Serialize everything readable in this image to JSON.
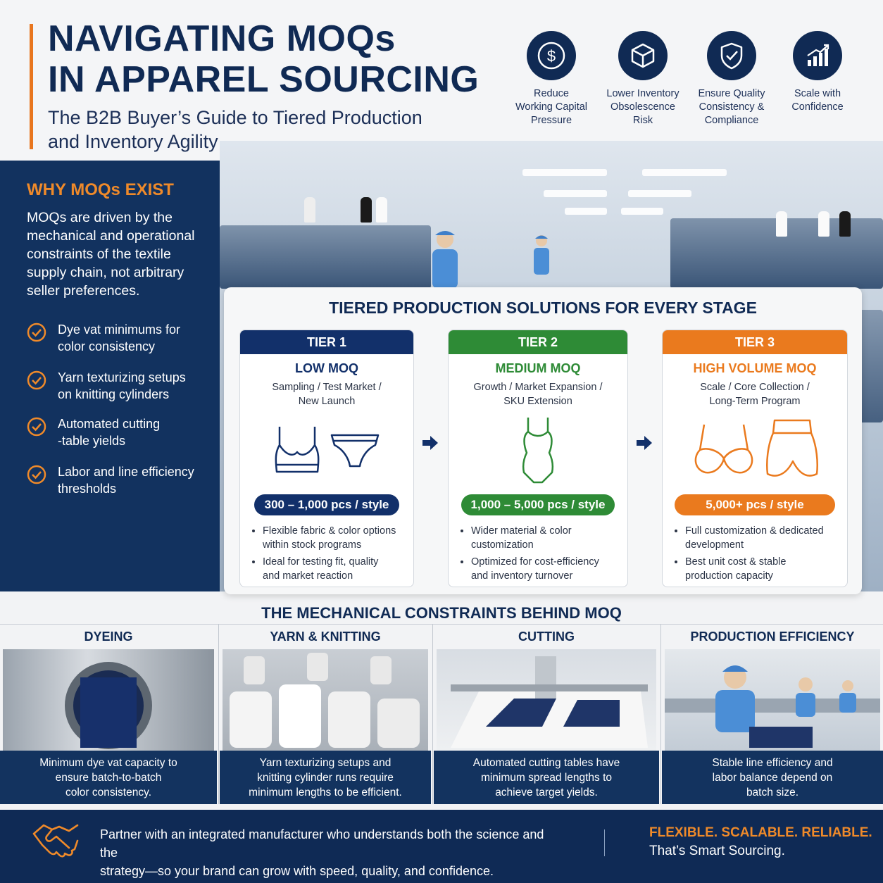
{
  "header": {
    "title_line1": "NAVIGATING MOQs",
    "title_line2": "IN APPAREL SOURCING",
    "subtitle_line1": "The B2B Buyer’s Guide to Tiered Production",
    "subtitle_line2": "and Inventory Agility"
  },
  "benefits": [
    {
      "icon": "dollar-icon",
      "line1": "Reduce",
      "line2": "Working Capital",
      "line3": "Pressure"
    },
    {
      "icon": "box-icon",
      "line1": "Lower Inventory",
      "line2": "Obsolescence",
      "line3": "Risk"
    },
    {
      "icon": "shield-check-icon",
      "line1": "Ensure Quality",
      "line2": "Consistency &",
      "line3": "Compliance"
    },
    {
      "icon": "growth-chart-icon",
      "line1": "Scale with",
      "line2": "Confidence",
      "line3": ""
    }
  ],
  "why": {
    "title": "WHY MOQs EXIST",
    "body": "MOQs are driven by the mechanical and operational constraints of the textile supply chain, not arbitrary seller preferences.",
    "items": [
      {
        "line1": "Dye vat minimums for",
        "line2": "color consistency"
      },
      {
        "line1": "Yarn texturizing setups",
        "line2": "on knitting cylinders"
      },
      {
        "line1": "Automated cutting",
        "line2": "-table yields"
      },
      {
        "line1": "Labor and line efficiency",
        "line2": "thresholds"
      }
    ]
  },
  "tiers": {
    "title": "TIERED PRODUCTION SOLUTIONS FOR EVERY STAGE",
    "items": [
      {
        "label": "TIER 1",
        "name": "LOW MOQ",
        "desc1": "Sampling / Test Market /",
        "desc2": "New Launch",
        "pill": "300 – 1,000 pcs / style",
        "bullets": [
          [
            "Flexible fabric & color options",
            "within stock programs"
          ],
          [
            "Ideal for testing fit, quality",
            "and market reaction"
          ]
        ]
      },
      {
        "label": "TIER 2",
        "name": "MEDIUM MOQ",
        "desc1": "Growth / Market Expansion /",
        "desc2": "SKU Extension",
        "pill": "1,000 – 5,000 pcs / style",
        "bullets": [
          [
            "Wider material & color",
            "customization"
          ],
          [
            "Optimized for cost-efficiency",
            "and inventory turnover"
          ]
        ]
      },
      {
        "label": "TIER 3",
        "name": "HIGH VOLUME MOQ",
        "desc1": "Scale / Core Collection /",
        "desc2": "Long-Term Program",
        "pill": "5,000+ pcs / style",
        "bullets": [
          [
            "Full customization & dedicated",
            "development"
          ],
          [
            "Best unit cost & stable",
            "production capacity"
          ]
        ]
      }
    ],
    "colors": {
      "tier1": "#12306a",
      "tier2": "#2e8b36",
      "tier3": "#ea7a1e"
    }
  },
  "mechanical": {
    "title": "THE MECHANICAL CONSTRAINTS BEHIND MOQ",
    "items": [
      {
        "label": "DYEING",
        "cap1": "Minimum dye vat capacity to",
        "cap2": "ensure batch-to-batch",
        "cap3": "color consistency."
      },
      {
        "label": "YARN & KNITTING",
        "cap1": "Yarn texturizing setups and",
        "cap2": "knitting cylinder runs require",
        "cap3": "minimum lengths to be efficient."
      },
      {
        "label": "CUTTING",
        "cap1": "Automated cutting tables have",
        "cap2": "minimum spread lengths to",
        "cap3": "achieve target yields."
      },
      {
        "label": "PRODUCTION EFFICIENCY",
        "cap1": "Stable line efficiency and",
        "cap2": "labor balance depend on",
        "cap3": "batch size."
      }
    ]
  },
  "footer": {
    "text_line1": "Partner with an integrated manufacturer who understands both the science and the",
    "text_line2": "strategy—so your brand can grow with speed, quality, and confidence.",
    "tagline": "FLEXIBLE. SCALABLE. RELIABLE.",
    "tagline2": "That’s Smart Sourcing."
  }
}
